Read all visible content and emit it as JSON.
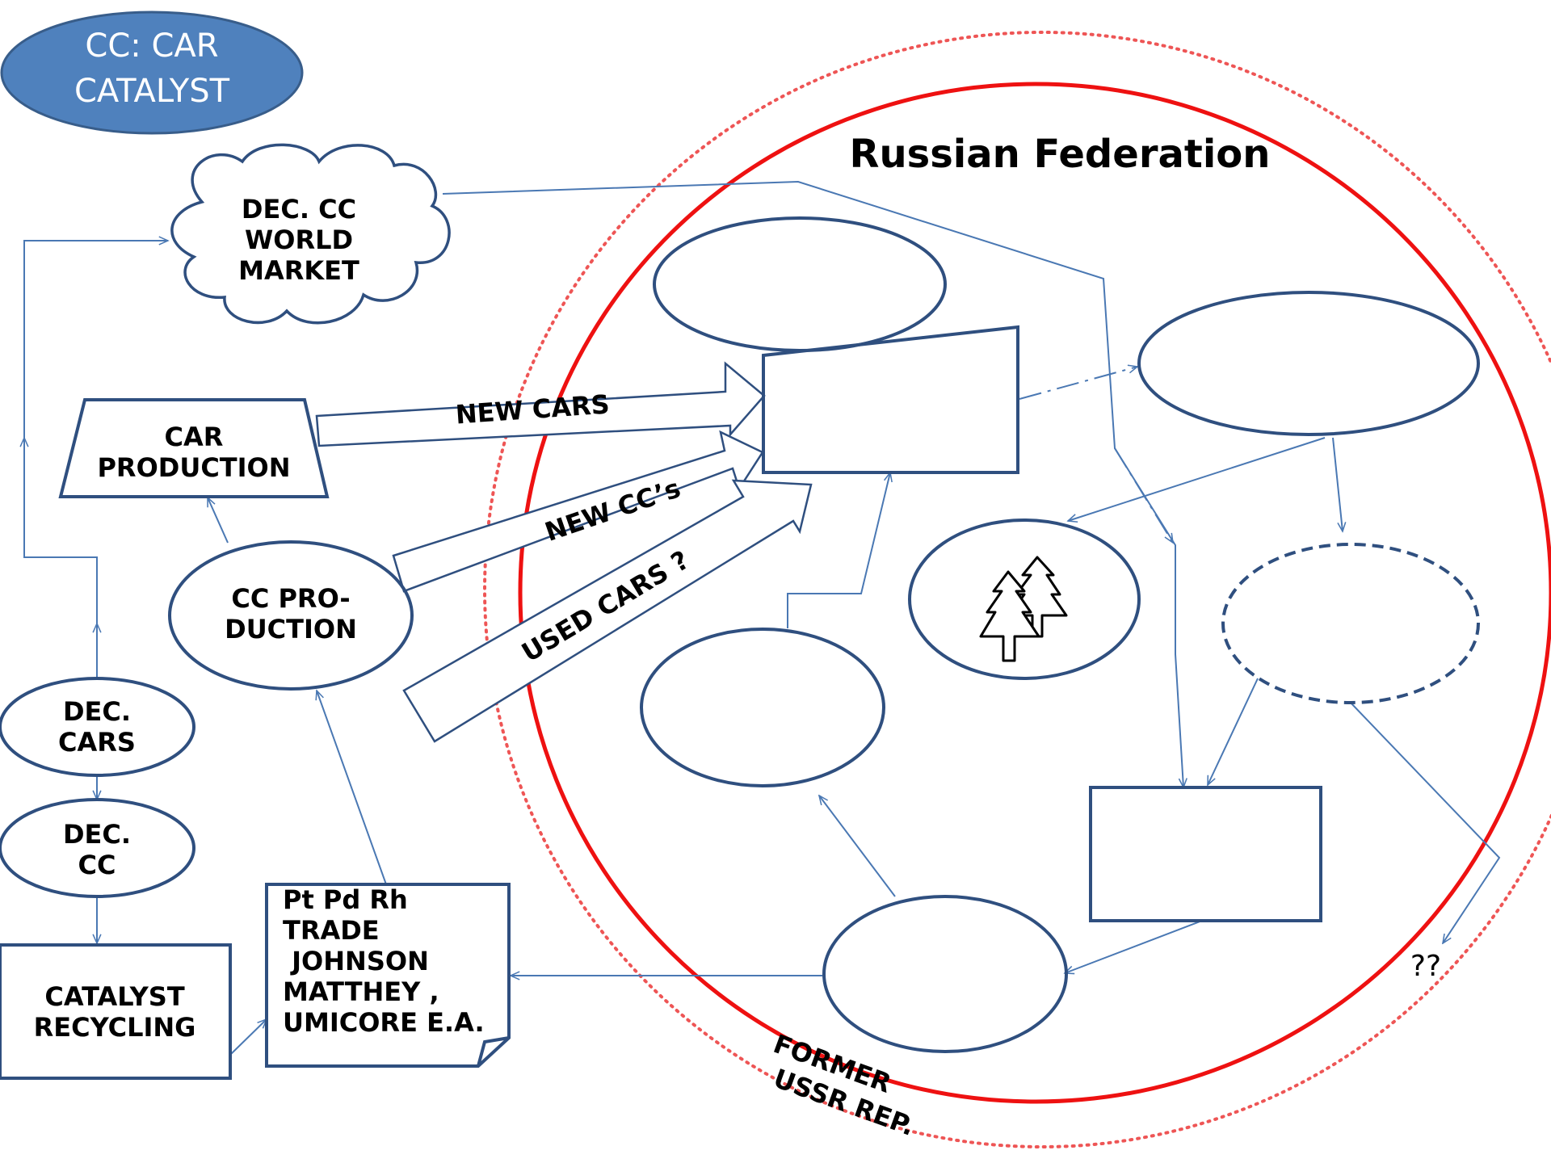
{
  "title": {
    "line1": "CC: CAR",
    "line2": "CATALYST"
  },
  "region": {
    "name": "Russian Federation",
    "outer_line1": "FORMER",
    "outer_line2": "USSR REP."
  },
  "nodes": {
    "world_market": [
      "DEC. CC",
      "WORLD",
      "MARKET"
    ],
    "car_production": [
      "CAR",
      "PRODUCTION"
    ],
    "cc_production": [
      "CC PRO-",
      "DUCTION"
    ],
    "dec_cars": [
      "DEC.",
      "CARS"
    ],
    "dec_cc": [
      "DEC.",
      "CC"
    ],
    "catalyst_recycling": [
      "CATALYST",
      "RECYCLING"
    ],
    "pgm_trade": [
      "Pt Pd Rh",
      "TRADE",
      " JOHNSON",
      "MATTHEY ,",
      "UMICORE E.A."
    ]
  },
  "flows": {
    "new_cars": "NEW CARS",
    "new_ccs": "NEW CC’s",
    "used_cars": "USED CARS ?",
    "unknown": "??"
  },
  "colors": {
    "title_fill": "#4f81bd",
    "title_stroke": "#385d8a",
    "node_stroke": "#2f4f7f",
    "flow_line": "#4a78b3",
    "border_red": "#ee1111",
    "border_dotted": "#ee5555",
    "forest_icon": "#000000"
  }
}
